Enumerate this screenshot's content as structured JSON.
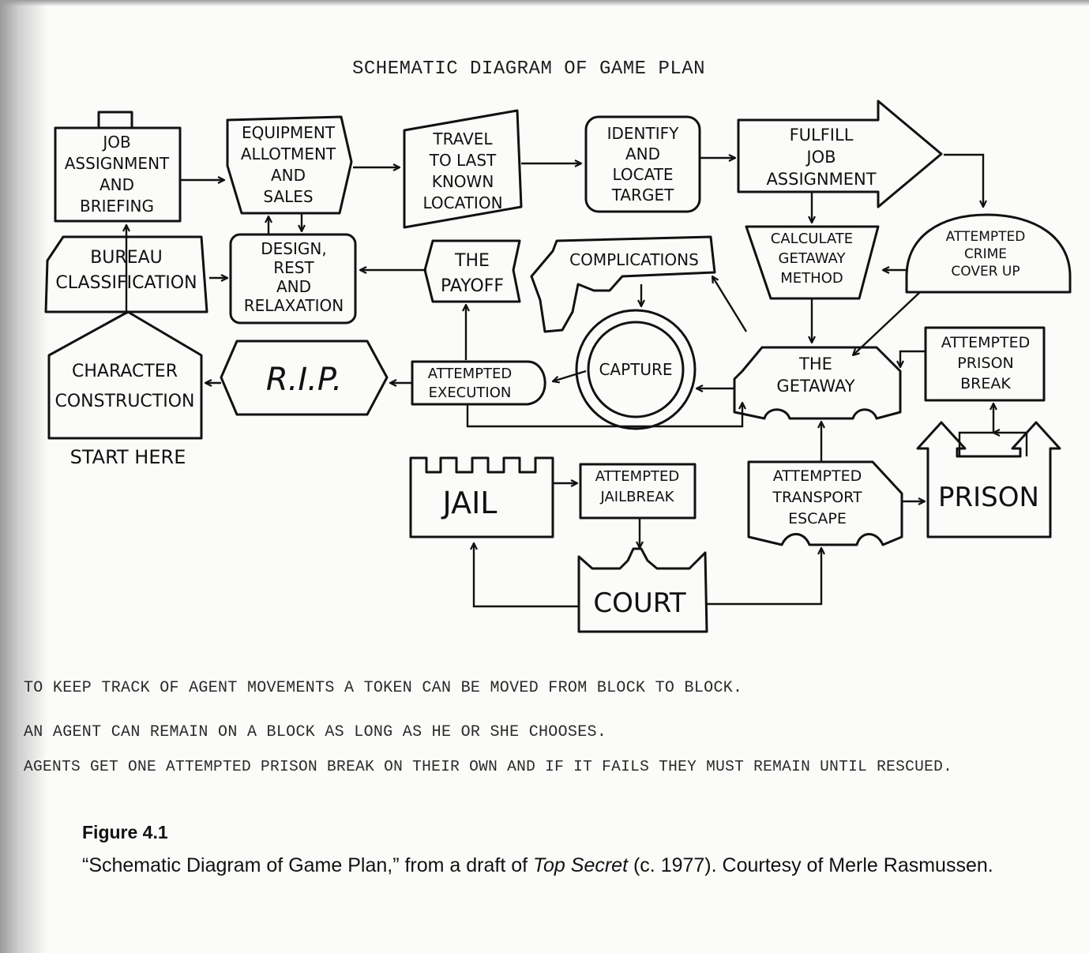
{
  "title": "SCHEMATIC DIAGRAM OF GAME PLAN",
  "blocks": {
    "job": [
      "JOB",
      "ASSIGNMENT",
      "AND",
      "BRIEFING"
    ],
    "equipment": [
      "EQUIPMENT",
      "ALLOTMENT",
      "AND",
      "SALES"
    ],
    "travel": [
      "TRAVEL",
      "TO LAST",
      "KNOWN",
      "LOCATION"
    ],
    "identify": [
      "IDENTIFY",
      "AND",
      "LOCATE",
      "TARGET"
    ],
    "fulfill": [
      "FULFILL",
      "JOB",
      "ASSIGNMENT"
    ],
    "bureau": [
      "BUREAU",
      "CLASSIFICATION"
    ],
    "design": [
      "DESIGN,",
      "REST",
      "AND",
      "RELAXATION"
    ],
    "payoff": [
      "THE",
      "PAYOFF"
    ],
    "complications": [
      "COMPLICATIONS"
    ],
    "calculate": [
      "CALCULATE",
      "GETAWAY",
      "METHOD"
    ],
    "coverup": [
      "ATTEMPTED",
      "CRIME",
      "COVER UP"
    ],
    "character": [
      "CHARACTER",
      "CONSTRUCTION"
    ],
    "start": "START HERE",
    "rip": "R.I.P.",
    "execution": [
      "ATTEMPTED",
      "EXECUTION"
    ],
    "capture": "CAPTURE",
    "getaway": [
      "THE",
      "GETAWAY"
    ],
    "prison_break": [
      "ATTEMPTED",
      "PRISON",
      "BREAK"
    ],
    "jail": "JAIL",
    "jailbreak": [
      "ATTEMPTED",
      "JAILBREAK"
    ],
    "transport": [
      "ATTEMPTED",
      "TRANSPORT",
      "ESCAPE"
    ],
    "prison": "PRISON",
    "court": "COURT"
  },
  "notes": [
    "TO KEEP TRACK OF AGENT MOVEMENTS A TOKEN CAN BE MOVED FROM BLOCK TO BLOCK.",
    "AN AGENT CAN REMAIN ON A BLOCK AS LONG AS HE OR SHE CHOOSES.",
    "AGENTS GET ONE ATTEMPTED PRISON BREAK ON THEIR OWN AND IF IT FAILS THEY MUST REMAIN UNTIL RESCUED."
  ],
  "figure": {
    "label": "Figure 4.1",
    "caption_pre": "“Schematic Diagram of Game Plan,” from a draft of ",
    "caption_italic": "Top Secret",
    "caption_post": " (c. 1977). Courtesy of Merle Rasmussen."
  }
}
